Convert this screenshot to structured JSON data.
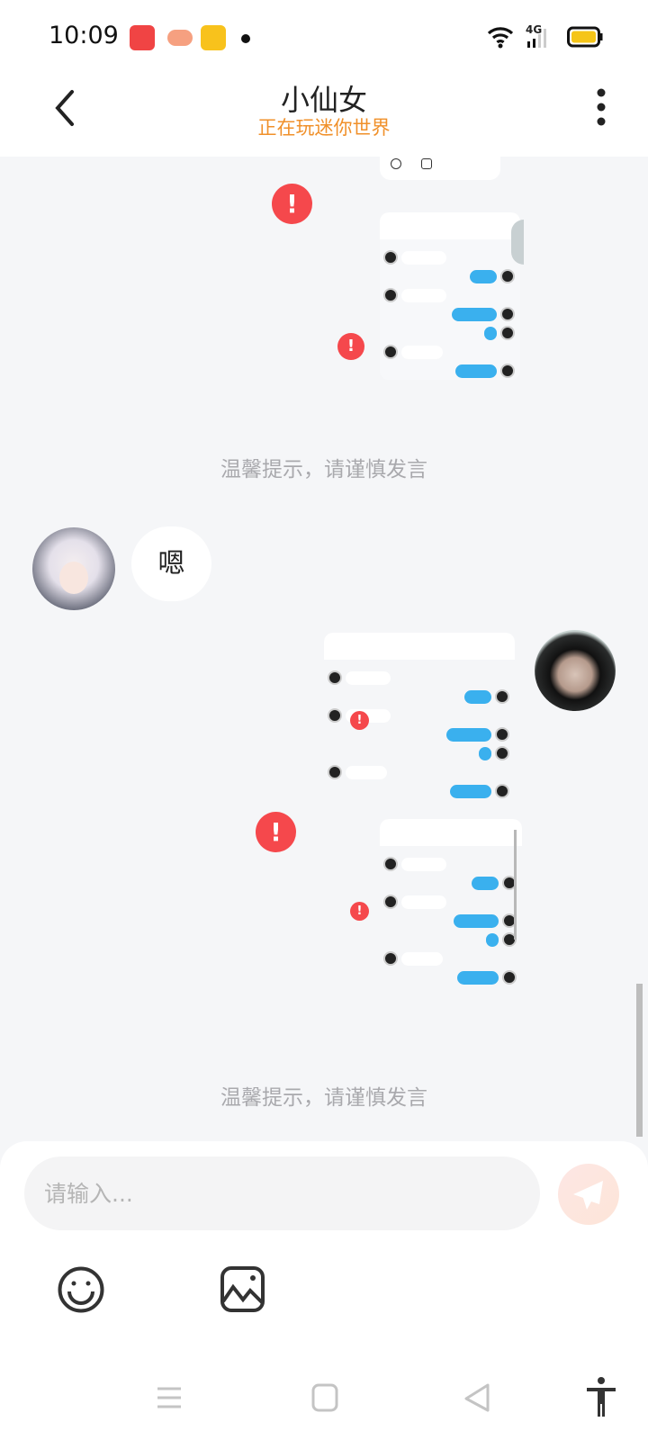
{
  "status_bar": {
    "time": "10:09",
    "network": "4G"
  },
  "header": {
    "title": "小仙女",
    "subtitle": "正在玩迷你世界"
  },
  "messages": {
    "notice_1": "温馨提示，请谨慎发言",
    "received_text": "嗯",
    "notice_2": "温馨提示，请谨慎发言",
    "failed_mark": "!"
  },
  "composer": {
    "placeholder": "请输入..."
  },
  "colors": {
    "accent": "#f0902a",
    "alert": "#f5484c",
    "bubble_blue": "#3ab0ee",
    "background": "#f5f6f8"
  }
}
